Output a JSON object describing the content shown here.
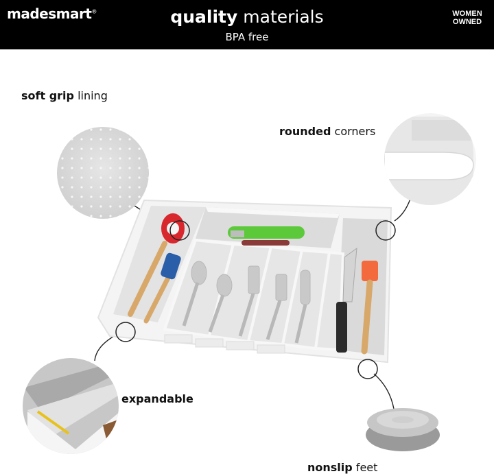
{
  "header": {
    "brand": "madesmart",
    "brand_mark": "®",
    "headline_bold": "quality",
    "headline_rest": "materials",
    "subline": "BPA free",
    "badge_line1": "WOMEN",
    "badge_line2": "OWNED"
  },
  "features": [
    {
      "bold": "soft grip",
      "rest": "lining"
    },
    {
      "bold": "rounded",
      "rest": "corners"
    },
    {
      "bold": "expandable",
      "rest": ""
    },
    {
      "bold": "nonslip",
      "rest": "feet"
    }
  ],
  "colors": {
    "header_bg": "#000000",
    "tray": "#f2f2f2",
    "tray_inner": "#d9d9d9",
    "spatula_red": "#d9272e",
    "peeler_green": "#5cc93a",
    "brush_orange": "#f26a3d",
    "spatula_blue": "#2a5ea8",
    "wood": "#d8a86a"
  }
}
